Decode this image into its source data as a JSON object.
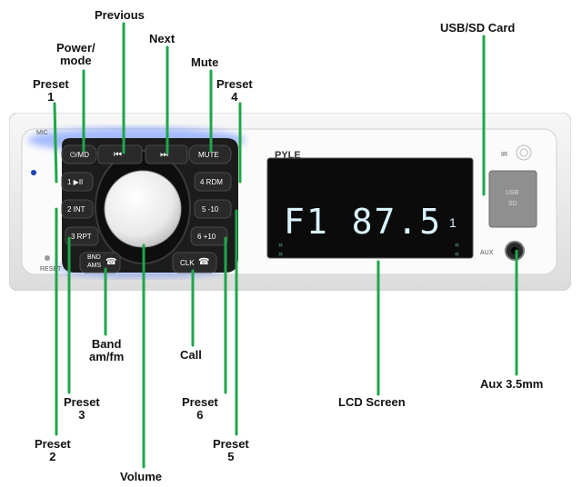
{
  "callouts": {
    "previous": "Previous",
    "power_line1": "Power/",
    "power_line2": "mode",
    "next": "Next",
    "mute": "Mute",
    "preset1_line1": "Preset",
    "preset1_line2": "1",
    "preset4_line1": "Preset",
    "preset4_line2": "4",
    "usb_sd": "USB/SD Card",
    "band_line1": "Band",
    "band_line2": "am/fm",
    "call": "Call",
    "aux": "Aux 3.5mm",
    "lcd": "LCD Screen",
    "preset3_line1": "Preset",
    "preset3_line2": "3",
    "preset6_line1": "Preset",
    "preset6_line2": "6",
    "preset2_line1": "Preset",
    "preset2_line2": "2",
    "preset5_line1": "Preset",
    "preset5_line2": "5",
    "volume": "Volume"
  },
  "panel": {
    "brand": "PYLE",
    "mic": "MIC",
    "reset": "RESET",
    "ir": "IR",
    "aux_port": "AUX",
    "usb_slot_line1": "USB",
    "usb_slot_line2": "SD",
    "lcd_text": "F1  87.5",
    "lcd_channel": "1"
  },
  "buttons": {
    "power": "⏻/MD",
    "prev": "⏮",
    "next": "⏭",
    "mute": "MUTE",
    "p1": "1  ▶II",
    "p2": "2  INT",
    "p3": "3  RPT",
    "p4": "4  RDM",
    "p5": "5  -10",
    "p6": "6  +10",
    "band_line1": "BND",
    "band_line2": "AMS",
    "clk": "CLK"
  },
  "colors": {
    "leader_line": "#1fa64a",
    "button_face": "#2a2a2a",
    "lcd_background": "#0b0b0b",
    "lcd_text": "#d9f3ff",
    "glow": "#3d6dff"
  }
}
